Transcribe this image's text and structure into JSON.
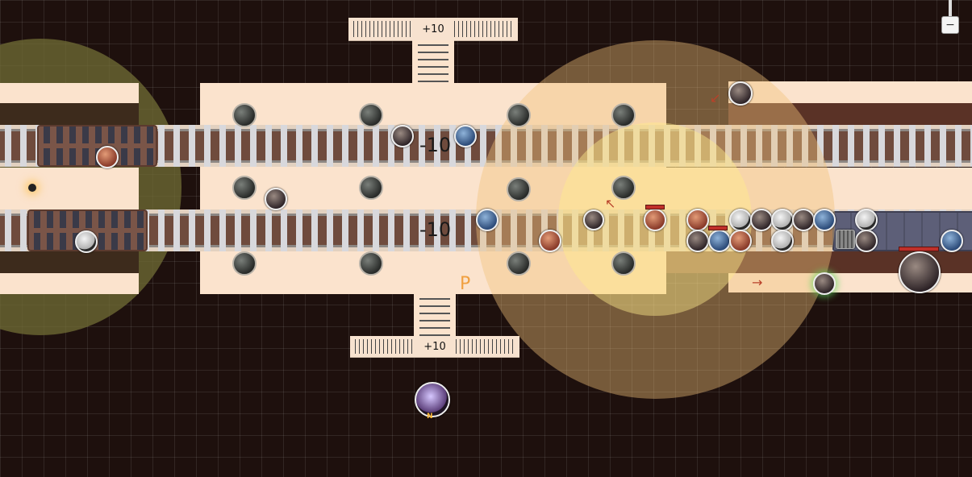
{
  "map": {
    "track_labels": {
      "upper": "-10",
      "lower": "-10"
    },
    "bench_labels": {
      "top": "+10",
      "bottom": "+10"
    },
    "p_marker": "P",
    "arrows": {
      "upper": "↙",
      "lower": "→",
      "mid": "↖"
    },
    "token_label": "N"
  },
  "zoom": {
    "minus": "−"
  },
  "colors": {
    "floor": "#1e100d",
    "platform": "#fbe3cd",
    "track_bed": "#6f4b3d",
    "aura_left": "#6e6a35",
    "aura_right": "#f0c27a",
    "marker": "#f0a040"
  }
}
